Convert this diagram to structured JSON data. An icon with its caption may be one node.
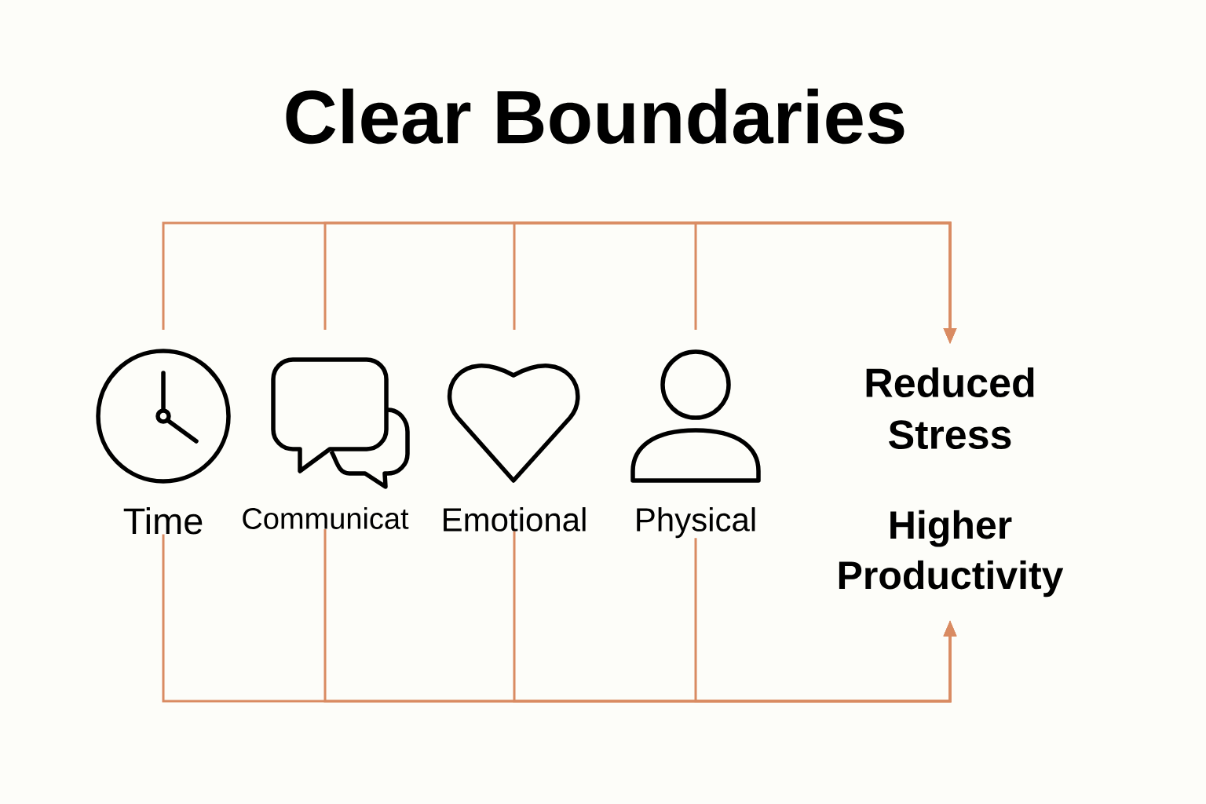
{
  "diagram": {
    "title": "Clear Boundaries",
    "nodes": [
      {
        "text": [
          "Time"
        ]
      },
      {
        "text": [
          "Communicat"
        ]
      },
      {
        "text": [
          "Emotional"
        ]
      },
      {
        "text": [
          "Physical"
        ]
      },
      {
        "text": [
          "Reduced Stress"
        ]
      },
      {
        "text": [
          "Higher Productivity"
        ]
      }
    ],
    "edges": [
      {
        "from": 0,
        "to": 4,
        "arrow": "to"
      },
      {
        "from": 1,
        "to": 4,
        "arrow": "to"
      },
      {
        "from": 2,
        "to": 4,
        "arrow": "to"
      },
      {
        "from": 3,
        "to": 4,
        "arrow": "to"
      },
      {
        "from": 0,
        "to": 5,
        "arrow": "to"
      },
      {
        "from": 1,
        "to": 5,
        "arrow": "to"
      },
      {
        "from": 2,
        "to": 5,
        "arrow": "to"
      },
      {
        "from": 3,
        "to": 5,
        "arrow": "to"
      }
    ]
  }
}
